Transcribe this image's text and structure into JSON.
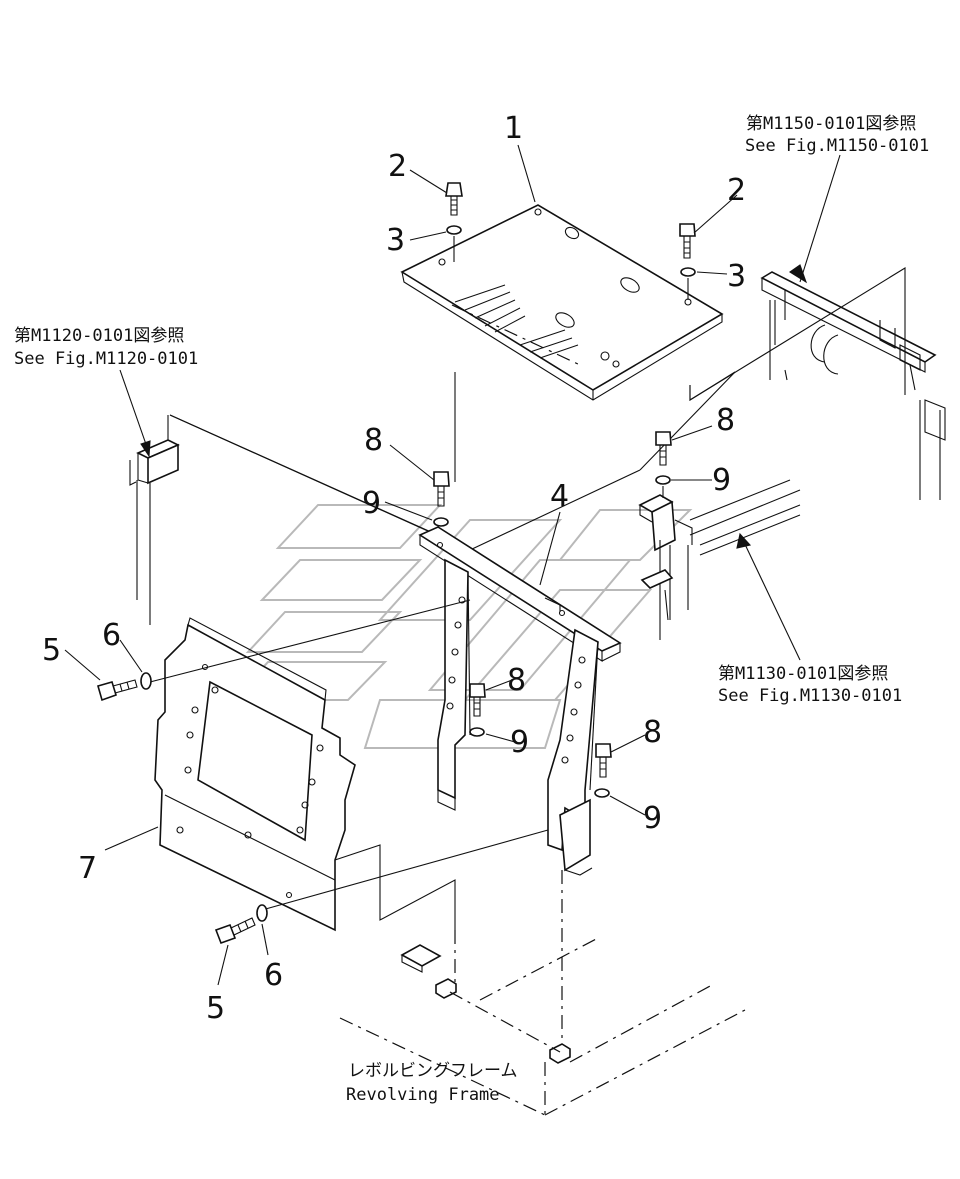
{
  "callouts": [
    "1",
    "2",
    "2",
    "3",
    "3",
    "4",
    "5",
    "5",
    "6",
    "6",
    "7",
    "8",
    "8",
    "8",
    "9",
    "9",
    "9"
  ],
  "references": {
    "m1150": {
      "jp": "第M1150-0101図参照",
      "en": "See Fig.M1150-0101"
    },
    "m1120": {
      "jp": "第M1120-0101図参照",
      "en": "See Fig.M1120-0101"
    },
    "m1130": {
      "jp": "第M1130-0101図参照",
      "en": "See Fig.M1130-0101"
    }
  },
  "frame_label": {
    "jp": "レボルビングフレーム",
    "en": "Revolving Frame"
  }
}
